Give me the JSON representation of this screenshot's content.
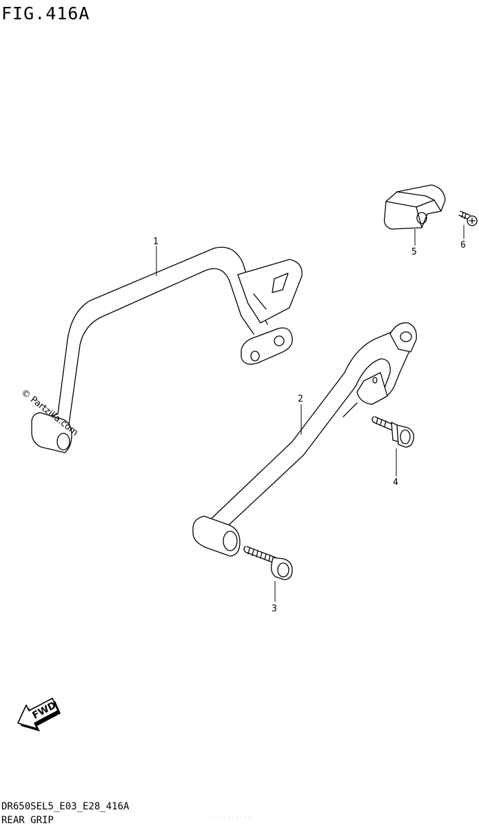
{
  "figure": {
    "title": "FIG.416A",
    "model_code": "DR650SEL5_E03_E28_416A",
    "caption": "REAR GRIP",
    "tiny_text": "- - - - - - - - - - -"
  },
  "callouts": [
    "1",
    "2",
    "3",
    "4",
    "5",
    "6"
  ],
  "watermark": "© Partzilla.com",
  "direction_badge": "FWD",
  "colors": {
    "ink": "#000000",
    "paper": "#ffffff"
  }
}
